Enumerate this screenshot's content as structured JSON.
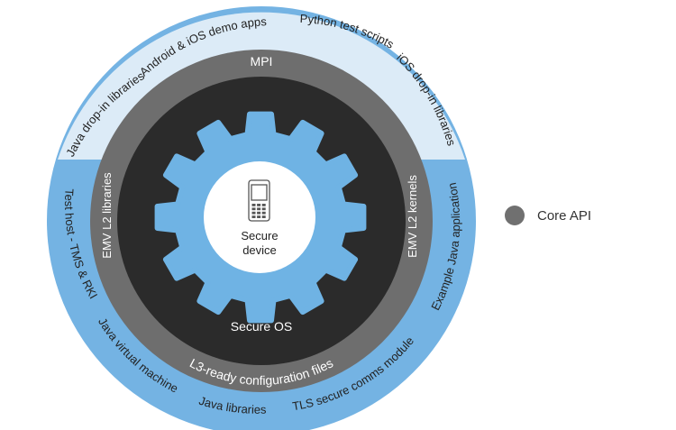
{
  "colors": {
    "outer_top": "#dcebf7",
    "outer_bottom": "#74b3e3",
    "core_ring": "#6e6e6e",
    "inner_dark": "#2b2b2b",
    "gear": "#6fb3e4",
    "center": "#ffffff",
    "legend_dot": "#707070"
  },
  "outer_labels": {
    "java_dropin": "Java drop-in libraries",
    "android_ios_demo": "Android & iOS demo apps",
    "python_scripts": "Python test scripts",
    "ios_dropin": "iOS drop-in libraries",
    "test_host": "Test host - TMS & RKI",
    "example_java": "Example Java application",
    "java_vm": "Java virtual machine",
    "tls_module": "TLS secure comms module",
    "java_libraries": "Java libraries"
  },
  "core_labels": {
    "mpi": "MPI",
    "emv_l2_libraries": "EMV L2 libraries",
    "emv_l2_kernels": "EMV L2 kernels",
    "l3_config": "L3-ready configuration files"
  },
  "center": {
    "line1": "Secure",
    "line2": "device",
    "os_label": "Secure OS"
  },
  "legend": {
    "label": "Core API"
  }
}
